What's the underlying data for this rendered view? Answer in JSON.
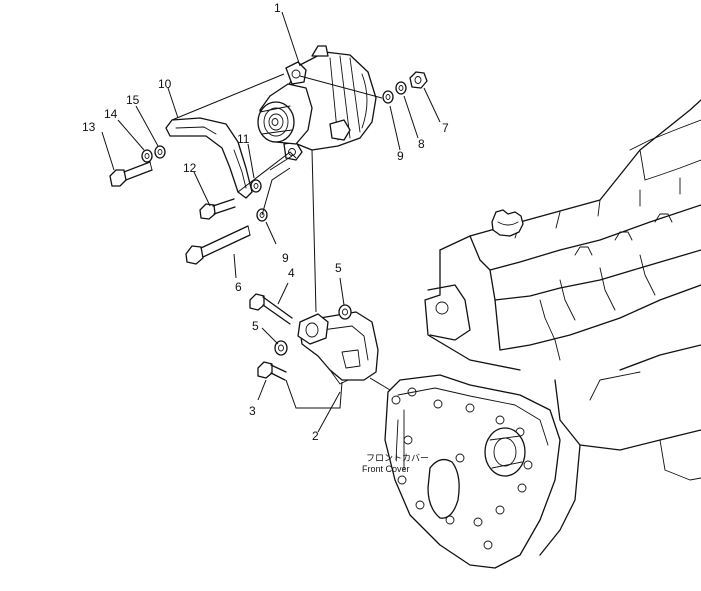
{
  "callouts": {
    "c1": "1",
    "c2": "2",
    "c3": "3",
    "c4": "4",
    "c5a": "5",
    "c5b": "5",
    "c6": "6",
    "c7": "7",
    "c8": "8",
    "c9a": "9",
    "c9b": "9",
    "c10": "10",
    "c11": "11",
    "c12": "12",
    "c13": "13",
    "c14": "14",
    "c15": "15"
  },
  "front_cover_label": {
    "jp": "フロントカバー",
    "en": "Front Cover"
  },
  "colors": {
    "ink": "#111111",
    "paper": "#ffffff"
  }
}
